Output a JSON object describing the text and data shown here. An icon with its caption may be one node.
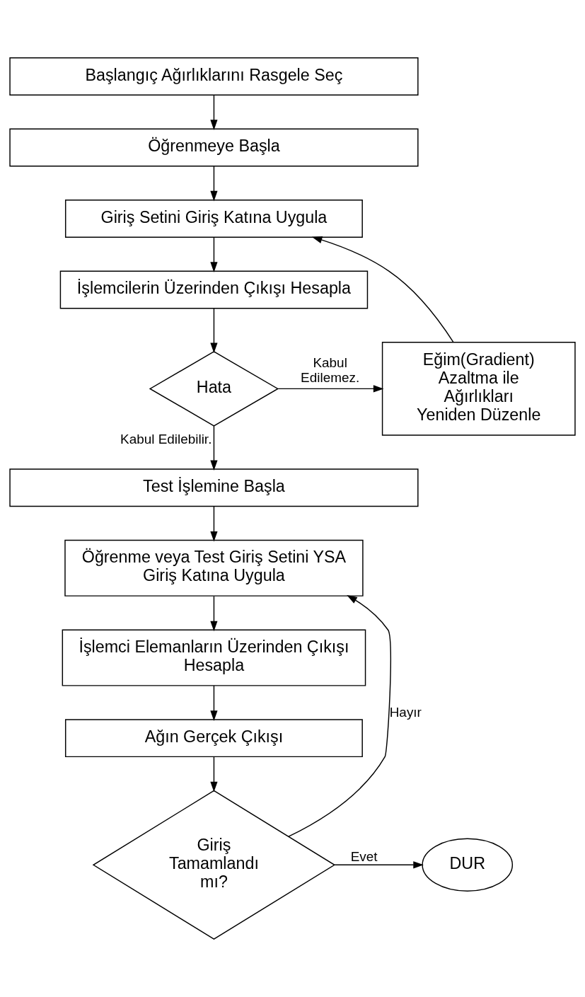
{
  "diagram": {
    "nodes": [
      {
        "text": [
          "Başlangıç Ağırlıklarını Rasgele Seç"
        ]
      },
      {
        "text": [
          "Öğrenmeye Başla"
        ]
      },
      {
        "text": [
          "Giriş Setini Giriş Katına Uygula"
        ]
      },
      {
        "text": [
          "İşlemcilerin Üzerinden Çıkışı Hesapla"
        ]
      },
      {
        "text": [
          "Hata"
        ]
      },
      {
        "text": [
          "Eğim(Gradient) Azaltma ile Ağırlıkları Yeniden Düzenle"
        ]
      },
      {
        "text": [
          "Test İşlemine Başla"
        ]
      },
      {
        "text": [
          "Öğrenme veya Test Giriş Setini YSA Giriş Katına Uygula"
        ]
      },
      {
        "text": [
          "İşlemci Elemanların Üzerinden Çıkışı Hesapla"
        ]
      },
      {
        "text": [
          "Ağın Gerçek Çıkışı"
        ]
      },
      {
        "text": [
          "Giriş Tamamlandı mı?"
        ]
      },
      {
        "text": [
          "DUR"
        ]
      }
    ],
    "edges": [
      {
        "from": 0,
        "to": 1,
        "arrow": "to"
      },
      {
        "from": 1,
        "to": 2,
        "arrow": "to"
      },
      {
        "from": 2,
        "to": 3,
        "arrow": "to"
      },
      {
        "from": 3,
        "to": 4,
        "arrow": "to"
      },
      {
        "from": 4,
        "to": 5,
        "arrow": "to",
        "label": "Kabul Edilemez."
      },
      {
        "from": 5,
        "to": 2,
        "arrow": "to"
      },
      {
        "from": 4,
        "to": 6,
        "arrow": "to",
        "label": "Kabul Edilebilir."
      },
      {
        "from": 6,
        "to": 7,
        "arrow": "to"
      },
      {
        "from": 7,
        "to": 8,
        "arrow": "to"
      },
      {
        "from": 8,
        "to": 9,
        "arrow": "to"
      },
      {
        "from": 9,
        "to": 10,
        "arrow": "to"
      },
      {
        "from": 10,
        "to": 11,
        "arrow": "to",
        "label": "Evet"
      },
      {
        "from": 10,
        "to": 7,
        "arrow": "to",
        "label": "Hayır"
      }
    ]
  }
}
